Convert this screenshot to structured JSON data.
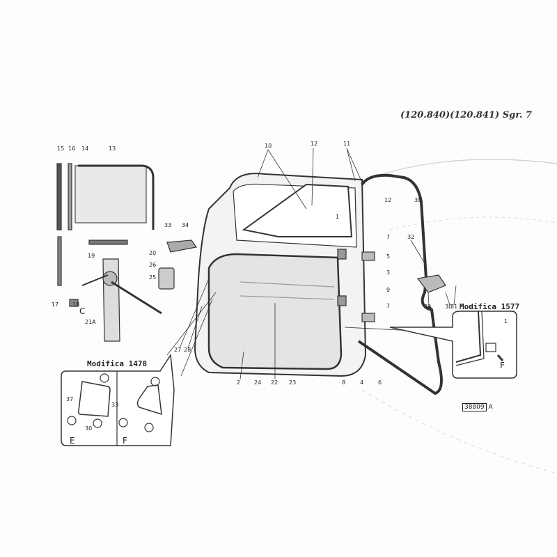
{
  "header": {
    "title": "(120.840)(120.841) Sgr. 7"
  },
  "insets": {
    "left": {
      "title": "Modifica 1478",
      "view_e": "E",
      "view_f": "F",
      "dims": [
        "37",
        "33",
        "30"
      ]
    },
    "right": {
      "title": "Modifica 1577",
      "view": "F",
      "part": "1"
    }
  },
  "reference": {
    "number": "38809",
    "suffix": "A"
  },
  "section_marker": "C",
  "part_labels": [
    "15",
    "16",
    "14",
    "13",
    "33",
    "34",
    "20",
    "19",
    "26",
    "25",
    "17",
    "18",
    "21A",
    "27",
    "28",
    "2",
    "24",
    "22",
    "23",
    "8",
    "4",
    "6",
    "10",
    "12",
    "11",
    "12",
    "39",
    "1",
    "7",
    "5",
    "3",
    "32",
    "9",
    "7",
    "29",
    "30",
    "31"
  ]
}
